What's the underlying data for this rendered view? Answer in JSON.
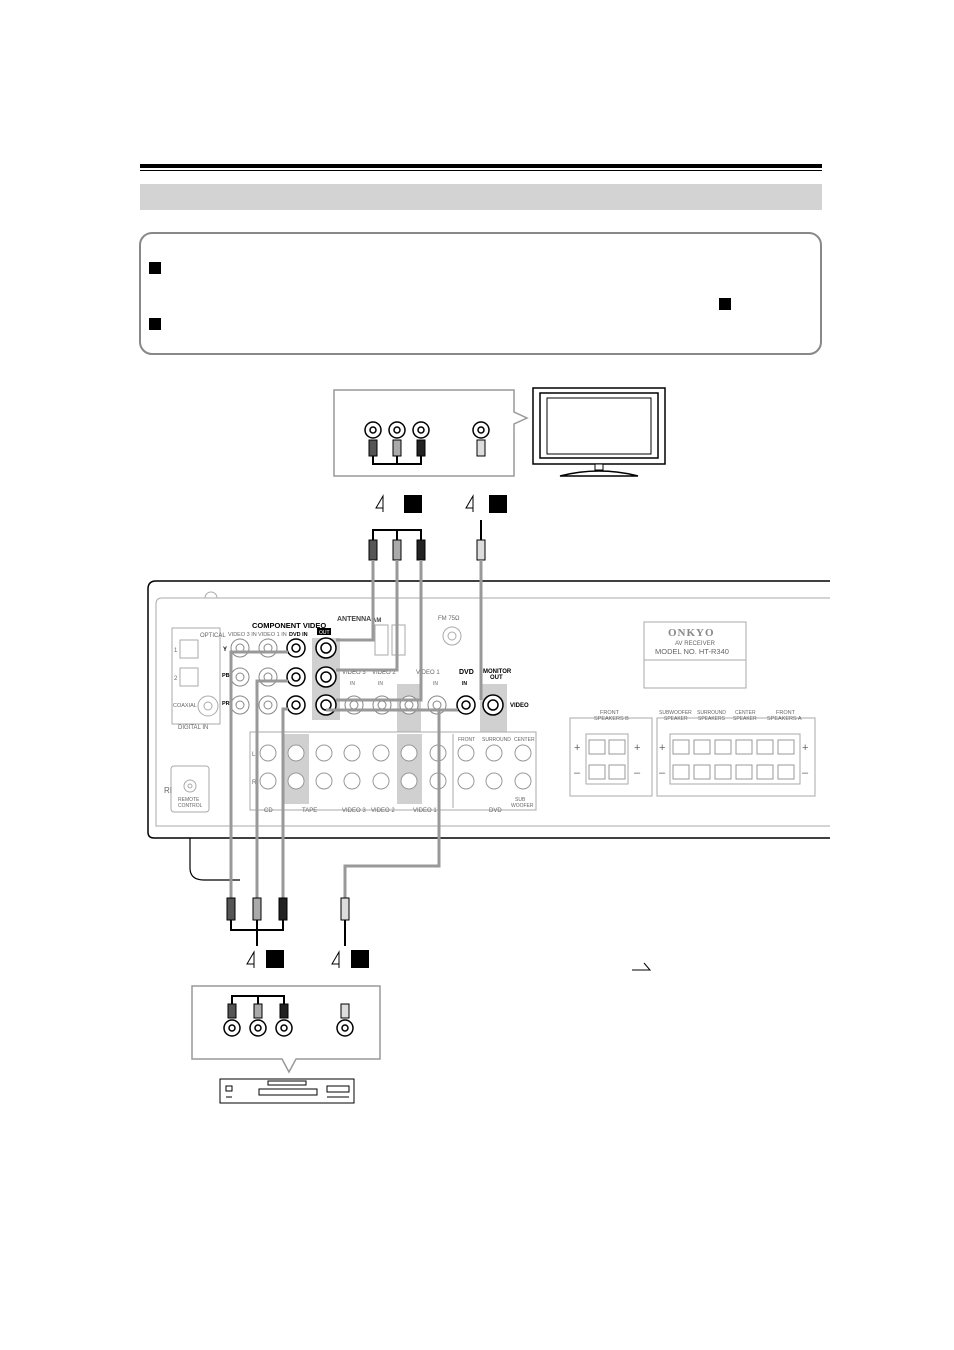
{
  "receiver": {
    "brand": "ONKYO",
    "model_line1": "AV RECEIVER",
    "model_line2": "MODEL NO. HT-R340",
    "component_video": "COMPONENT VIDEO",
    "video3_in": "VIDEO 3 IN",
    "video1_in": "VIDEO 1 IN",
    "dvd_in": "DVD IN",
    "out": "OUT",
    "y": "Y",
    "pb": "PB",
    "pr": "PR",
    "antenna": "ANTENNA",
    "am": "AM",
    "fm": "FM 75Ω",
    "optical": "OPTICAL",
    "coaxial": "COAXIAL",
    "digital_in": "DIGITAL IN",
    "opt1": "1",
    "opt2": "2",
    "remote_line1": "REMOTE",
    "remote_line2": "CONTROL",
    "video3": "VIDEO 3",
    "video2": "VIDEO 2",
    "video1": "VIDEO 1",
    "dvd": "DVD",
    "in": "IN",
    "monitor_line1": "MONITOR",
    "monitor_line2": "OUT",
    "video": "VIDEO",
    "front": "FRONT",
    "surround": "SURROUND",
    "center": "CENTER",
    "sub_line1": "SUB",
    "sub_line2": "WOOFER",
    "cd": "CD",
    "tape": "TAPE",
    "l": "L",
    "r": "R",
    "front_speakers_b_line1": "FRONT",
    "front_speakers_b_line2": "SPEAKERS B",
    "subwoofer_speaker_line1": "SUBWOOFER",
    "subwoofer_speaker_line2": "SPEAKER",
    "surround_speakers_line1": "SURROUND",
    "surround_speakers_line2": "SPEAKERS",
    "center_speaker_line1": "CENTER",
    "center_speaker_line2": "SPEAKER",
    "front_speakers_a_line1": "FRONT",
    "front_speakers_a_line2": "SPEAKERS A",
    "plus": "+",
    "minus": "–"
  },
  "colors": {
    "cable": "#999999",
    "panel_line": "#aaaaaa",
    "header_band": "#d3d3d3",
    "highlight": "#cccccc"
  }
}
